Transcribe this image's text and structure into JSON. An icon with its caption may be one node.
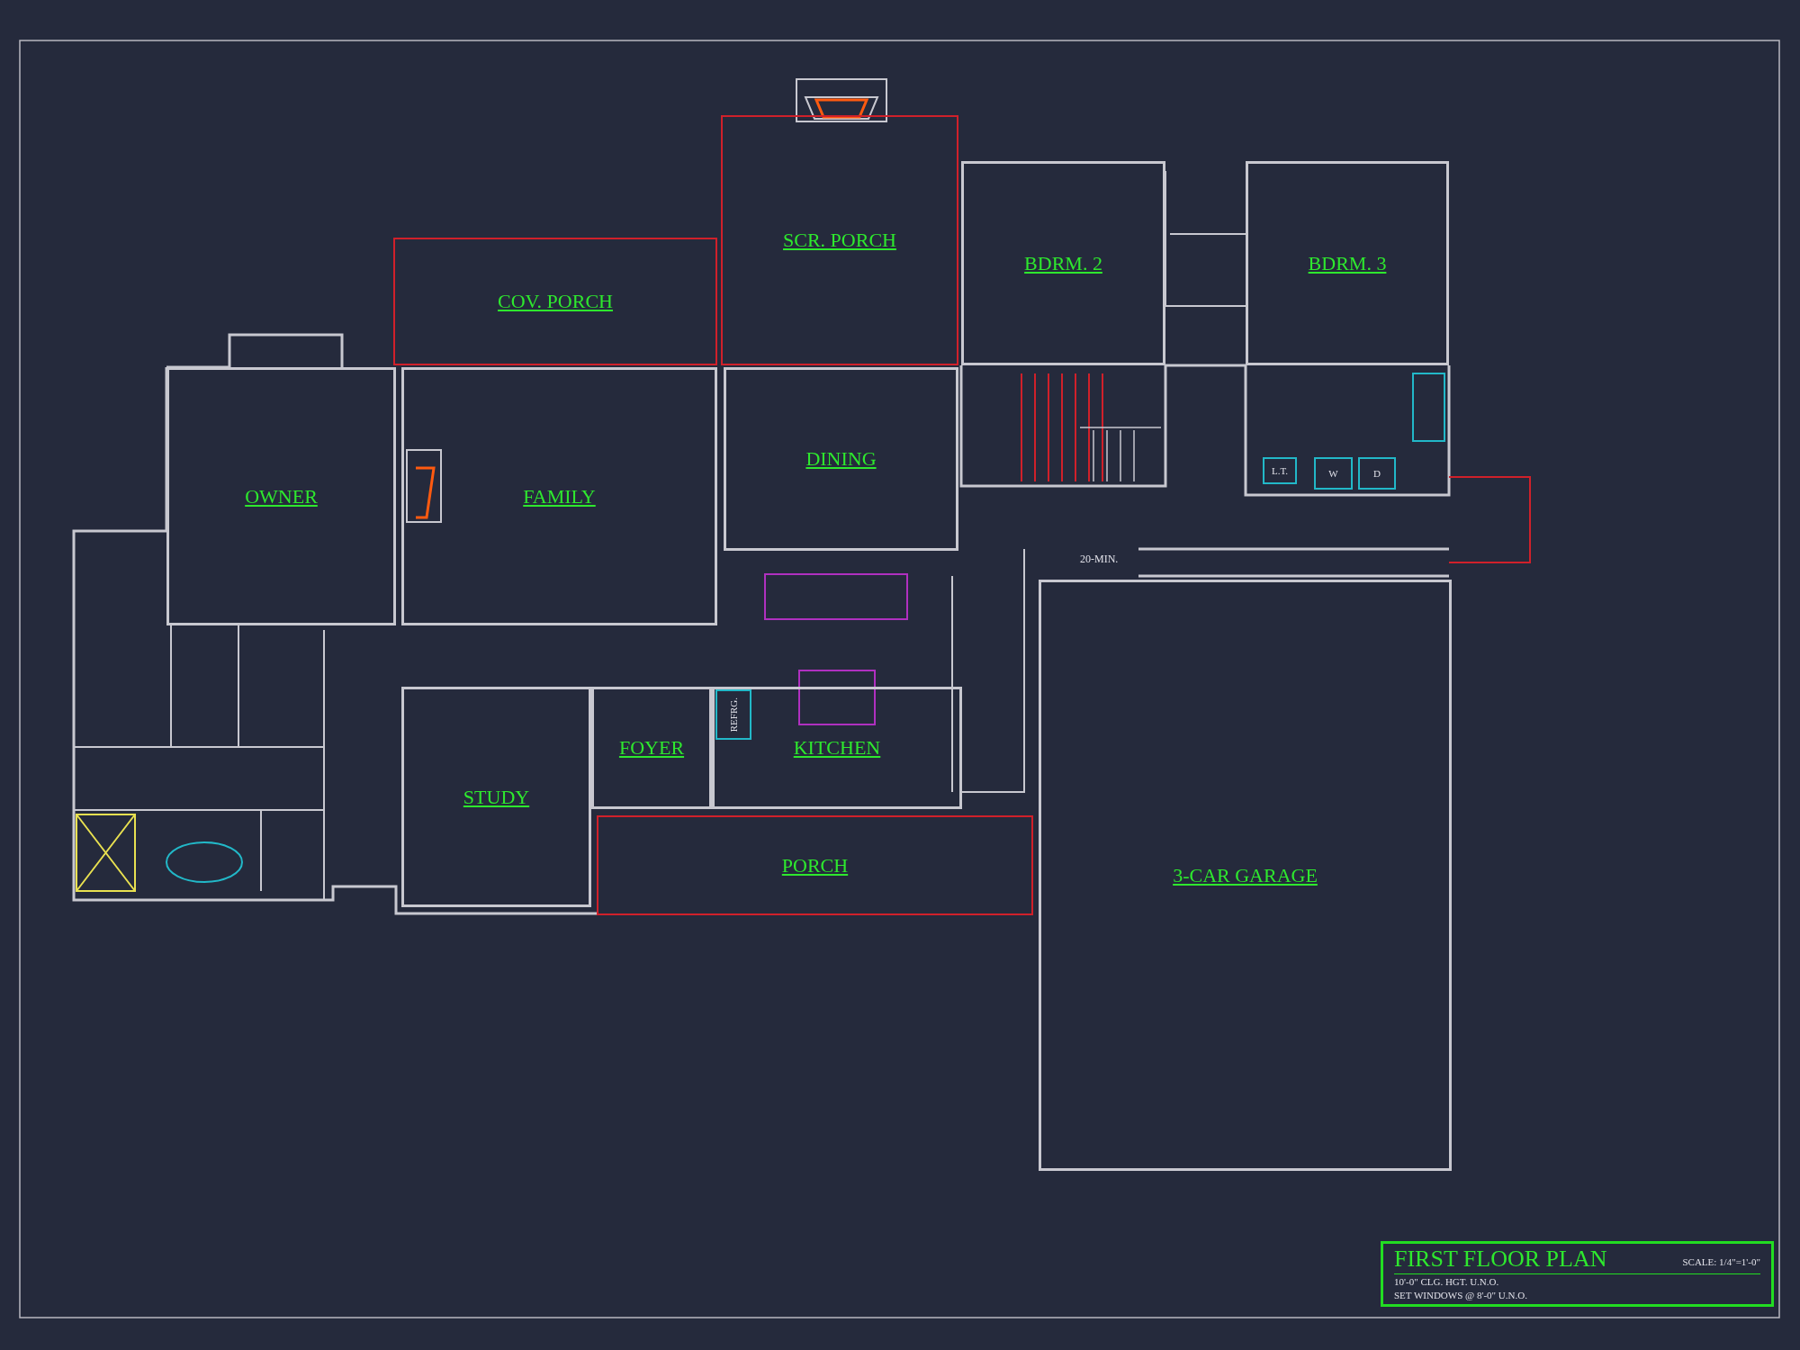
{
  "diagram": {
    "nodes": [
      {
        "text": [
          "COV. PORCH"
        ]
      },
      {
        "text": [
          "SCR. PORCH"
        ]
      },
      {
        "text": [
          "BDRM. 2"
        ]
      },
      {
        "text": [
          "BDRM. 3"
        ]
      },
      {
        "text": [
          "OWNER"
        ]
      },
      {
        "text": [
          "FAMILY"
        ]
      },
      {
        "text": [
          "DINING"
        ]
      },
      {
        "text": [
          "FOYER"
        ]
      },
      {
        "text": [
          "KITCHEN"
        ]
      },
      {
        "text": [
          "REFRG."
        ],
        "in": 8
      },
      {
        "text": [
          "STUDY"
        ]
      },
      {
        "text": [
          "L.T."
        ]
      },
      {
        "text": [
          "W"
        ]
      },
      {
        "text": [
          "D"
        ]
      },
      {
        "text": [
          "PORCH"
        ]
      },
      {
        "text": [
          "3-CAR GARAGE"
        ]
      },
      {
        "text": [
          "FIRST FLOOR PLAN",
          "SCALE: 1/4\"=1'-0\"",
          "10'-0\" CLG. HGT. U.N.O.",
          "SET WINDOWS @ 8'-0\" U.N.O."
        ]
      }
    ],
    "labels": [
      "20-MIN."
    ]
  }
}
